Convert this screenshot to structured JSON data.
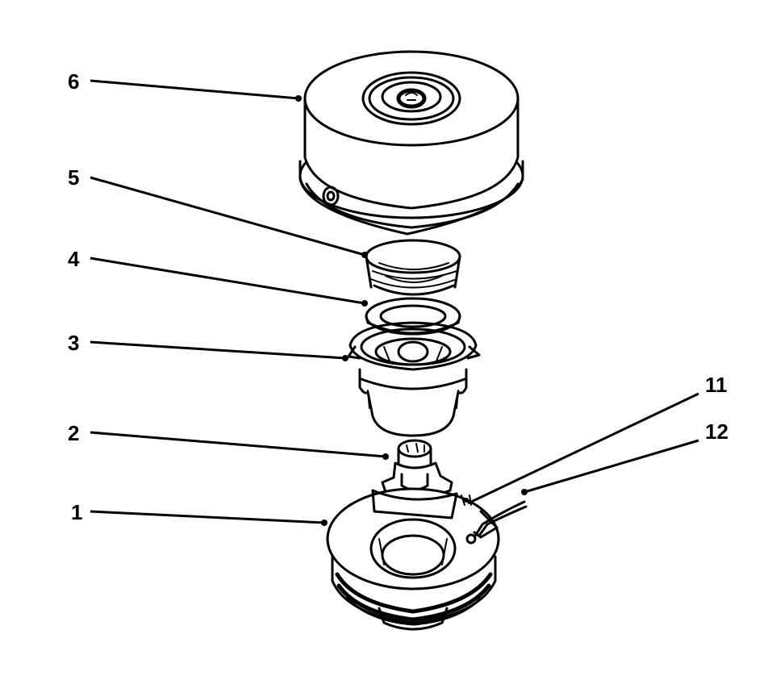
{
  "callouts": {
    "part_6": "6",
    "part_5": "5",
    "part_4": "4",
    "part_3": "3",
    "part_2": "2",
    "part_1": "1",
    "part_11": "11",
    "part_12": "12"
  }
}
